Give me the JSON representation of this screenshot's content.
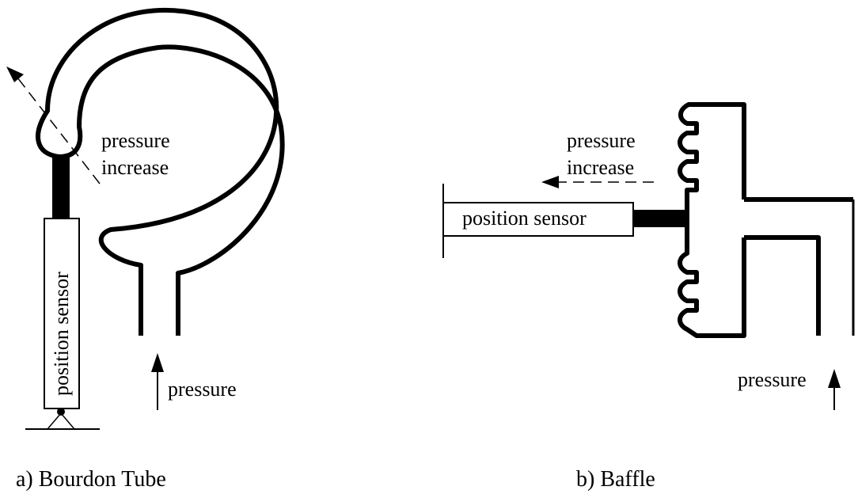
{
  "bourdon": {
    "label_pressure_increase_line1": "pressure",
    "label_pressure_increase_line2": "increase",
    "sensor_label": "position sensor",
    "pressure_label": "pressure",
    "caption": "a) Bourdon Tube"
  },
  "baffle": {
    "label_pressure_increase_line1": "pressure",
    "label_pressure_increase_line2": "increase",
    "sensor_label": "position sensor",
    "pressure_label": "pressure",
    "caption": "b) Baffle"
  }
}
